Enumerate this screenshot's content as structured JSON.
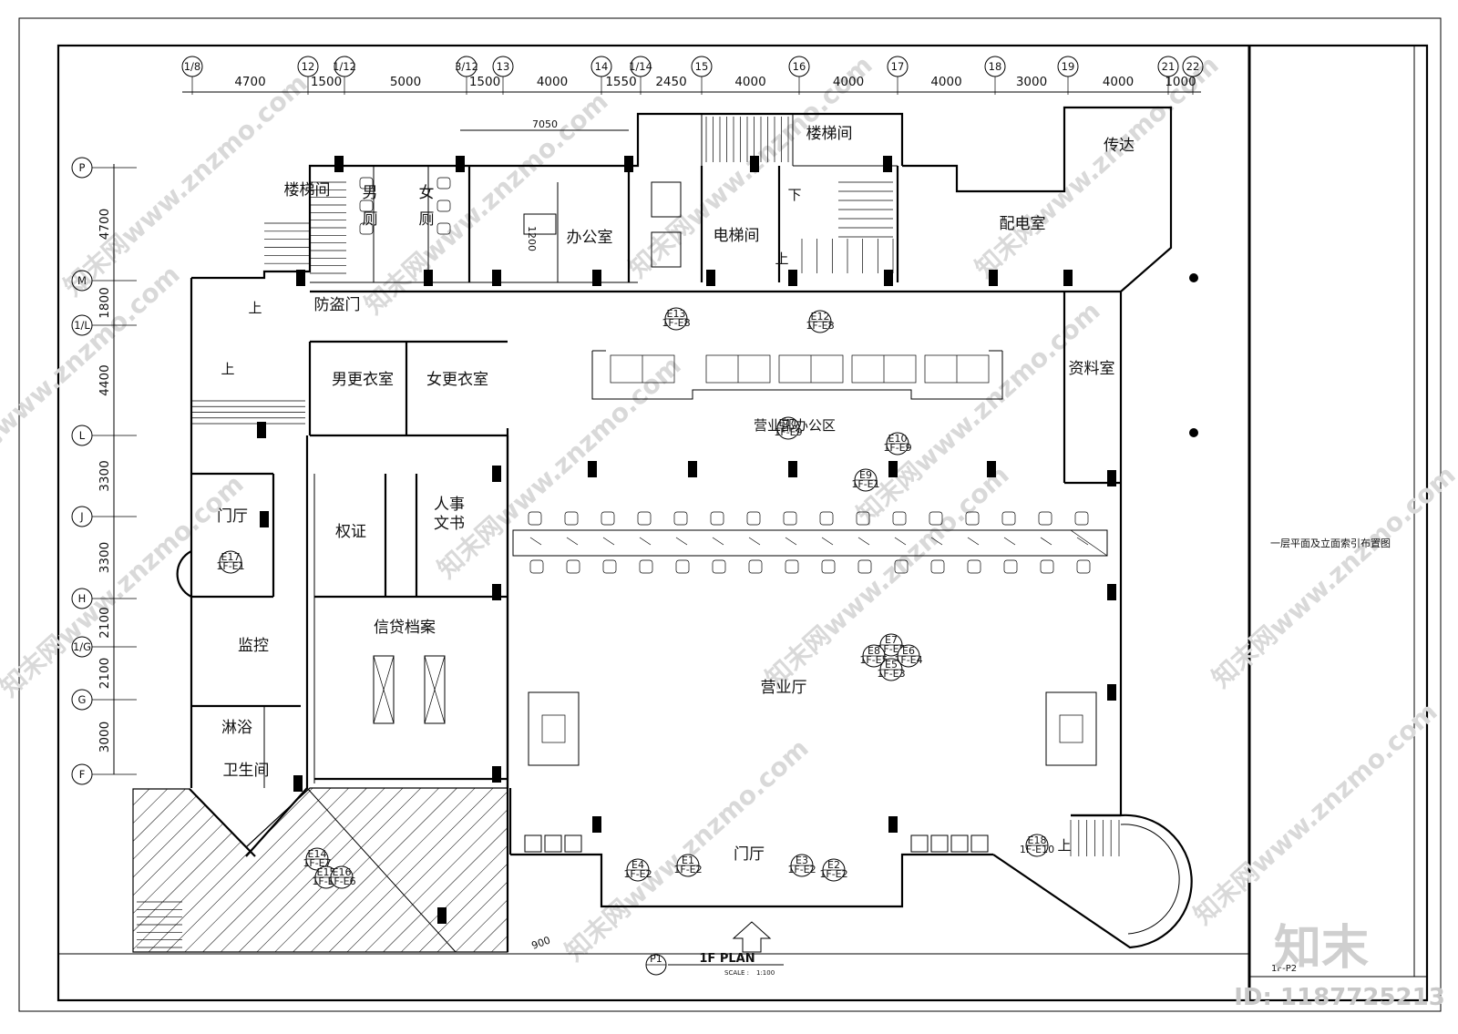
{
  "drawing": {
    "plan_title": "1F PLAN",
    "scale_label": "SCALE :",
    "scale_value": "1:100",
    "plan_tag": "P1",
    "sheet_title": "一层平面及立面索引布置图",
    "sheet_no": "1F-P2",
    "logo_text": "知末",
    "id_text": "ID: 1187725213",
    "watermark": "知末网www.znzmo.com",
    "overall_dim": "7050",
    "partial_dim": "900",
    "desk_dim": "1200"
  },
  "grid_top": [
    {
      "label": "1/8"
    },
    {
      "label": "12"
    },
    {
      "label": "1/12"
    },
    {
      "label": "3/12"
    },
    {
      "label": "13"
    },
    {
      "label": "14"
    },
    {
      "label": "1/14"
    },
    {
      "label": "15"
    },
    {
      "label": "16"
    },
    {
      "label": "17"
    },
    {
      "label": "18"
    },
    {
      "label": "19"
    },
    {
      "label": "21"
    },
    {
      "label": "22"
    }
  ],
  "dims_top": [
    "4700",
    "1500",
    "5000",
    "1500",
    "4000",
    "1550",
    "2450",
    "4000",
    "4000",
    "4000",
    "3000",
    "4000",
    "1000"
  ],
  "grid_left": [
    {
      "label": "P"
    },
    {
      "label": "M"
    },
    {
      "label": "1/L"
    },
    {
      "label": "L"
    },
    {
      "label": "J"
    },
    {
      "label": "H"
    },
    {
      "label": "1/G"
    },
    {
      "label": "G"
    },
    {
      "label": "F"
    }
  ],
  "dims_left": [
    "4700",
    "1800",
    "4400",
    "3300",
    "3300",
    "2100",
    "2100",
    "3000"
  ],
  "rooms": [
    {
      "label": "楼梯间"
    },
    {
      "label": "男"
    },
    {
      "label": "厕"
    },
    {
      "label": "女"
    },
    {
      "label": "厕"
    },
    {
      "label": "办公室"
    },
    {
      "label": "电梯间"
    },
    {
      "label": "楼梯间"
    },
    {
      "label": "传达"
    },
    {
      "label": "配电室"
    },
    {
      "label": "防盗门"
    },
    {
      "label": "男更衣室"
    },
    {
      "label": "女更衣室"
    },
    {
      "label": "营业部办公区"
    },
    {
      "label": "资料室"
    },
    {
      "label": "门厅"
    },
    {
      "label": "权证"
    },
    {
      "label": "人事"
    },
    {
      "label": "文书"
    },
    {
      "label": "信贷档案"
    },
    {
      "label": "监控"
    },
    {
      "label": "营业厅"
    },
    {
      "label": "淋浴"
    },
    {
      "label": "卫生间"
    },
    {
      "label": "门厅"
    }
  ],
  "level_marks": [
    "上",
    "上",
    "下",
    "上",
    "上"
  ],
  "elev_tags": [
    {
      "id": "E13",
      "sheet": "1F-E8"
    },
    {
      "id": "E12",
      "sheet": "1F-E8"
    },
    {
      "id": "E11",
      "sheet": "1F-E9"
    },
    {
      "id": "E10",
      "sheet": "1F-E9"
    },
    {
      "id": "E9",
      "sheet": "1F-E1"
    },
    {
      "id": "E17",
      "sheet": "1F-E1"
    },
    {
      "id": "E7",
      "sheet": "1F-E5"
    },
    {
      "id": "E8",
      "sheet": "1F-E5"
    },
    {
      "id": "E6",
      "sheet": "1F-E4"
    },
    {
      "id": "E5",
      "sheet": "1F-E3"
    },
    {
      "id": "E4",
      "sheet": "1F-E2"
    },
    {
      "id": "E1",
      "sheet": "1F-E2"
    },
    {
      "id": "E3",
      "sheet": "1F-E2"
    },
    {
      "id": "E2",
      "sheet": "1F-E2"
    },
    {
      "id": "E18",
      "sheet": "1F-E10"
    },
    {
      "id": "E14",
      "sheet": "1F-E7"
    },
    {
      "id": "E15",
      "sheet": "1F-E7"
    },
    {
      "id": "E16",
      "sheet": "1F-E6"
    }
  ]
}
